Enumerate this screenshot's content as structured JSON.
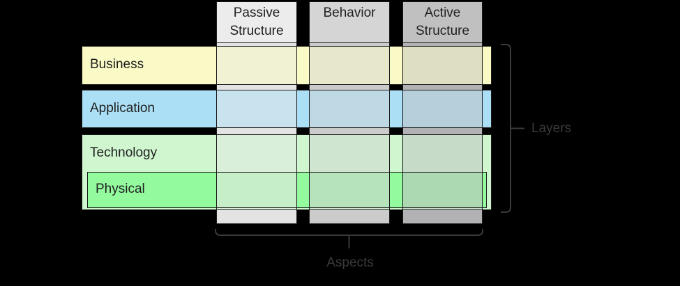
{
  "diagram": {
    "background": "#000000",
    "border_color": "#1a1a1a",
    "columns": [
      {
        "label": "Passive Structure",
        "header_fill": "#ececec",
        "body_fill": "#e3e3e3"
      },
      {
        "label": "Behavior",
        "header_fill": "#d5d5d5",
        "body_fill": "#cbcbcb"
      },
      {
        "label": "Active Structure",
        "header_fill": "#c0c0c0",
        "body_fill": "#b2b2b4"
      }
    ],
    "rows": [
      {
        "label": "Business",
        "fill": "#fafac6",
        "cells": [
          "#f1f1d4",
          "#e7e7cb",
          "#dedec2"
        ]
      },
      {
        "label": "Application",
        "fill": "#abdff5",
        "cells": [
          "#c8e3ee",
          "#bed8e4",
          "#b6cfda"
        ]
      },
      {
        "label": "Technology",
        "fill": "#d0f6d0",
        "cells": [
          "#daefda",
          "#d0e5d0",
          "#c7dcc8"
        ]
      }
    ],
    "physical": {
      "label": "Physical",
      "fill": "#93fa9e",
      "cells": [
        "#c5eec9",
        "#b7e3bc",
        "#acd9b1"
      ]
    },
    "annotations": {
      "layers_label": "Layers",
      "aspects_label": "Aspects",
      "color": "#3a3a3a"
    }
  }
}
